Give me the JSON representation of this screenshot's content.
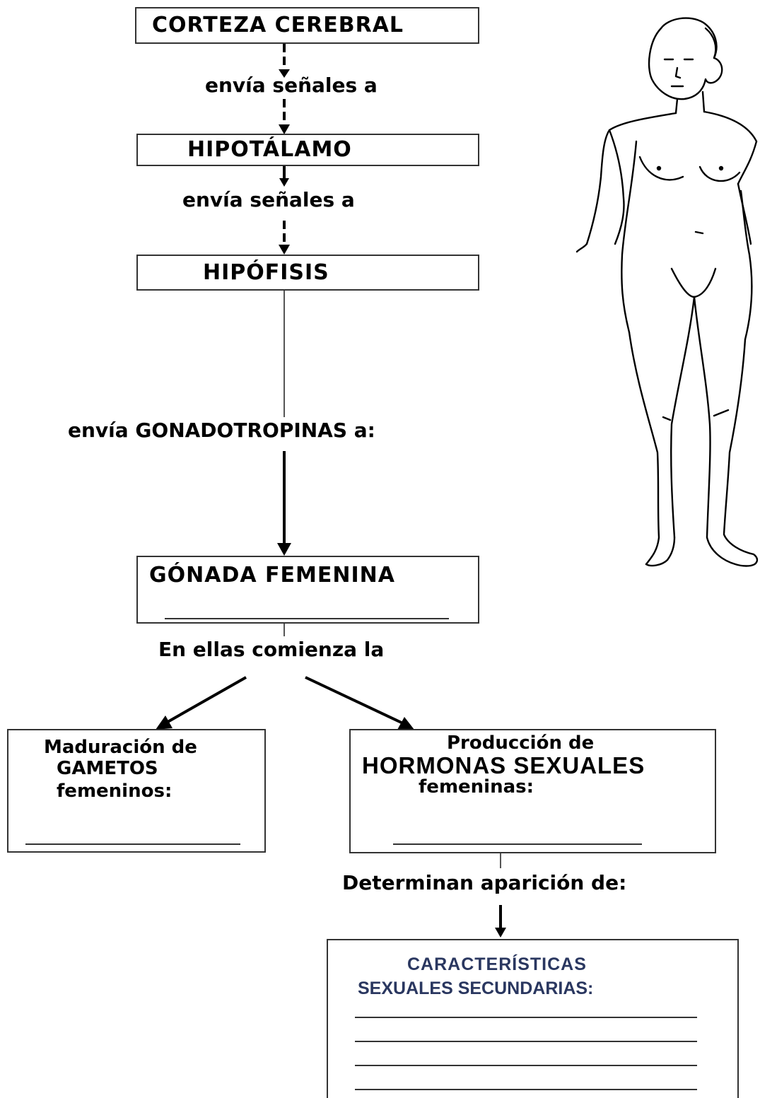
{
  "nodes": {
    "corteza": "CORTEZA CEREBRAL",
    "hipotalamo": "HIPOTÁLAMO",
    "hipofisis": "HIPÓFISIS",
    "gonada": "GÓNADA FEMENINA",
    "maduracion": [
      "Maduración de",
      "GAMETOS",
      "femeninos:"
    ],
    "produccion": [
      "Producción de",
      "HORMONAS SEXUALES",
      "femeninas:"
    ],
    "caracteristicas": [
      "CARACTERÍSTICAS",
      "SEXUALES SECUNDARIAS:"
    ]
  },
  "edges": {
    "corteza_hipotalamo": "envía señales a",
    "hipotalamo_hipofisis": "envía señales a",
    "hipofisis_gonada": "envía GONADOTROPINAS a:",
    "gonada_split": "En ellas comienza la",
    "hormonas_caracteristicas": "Determinan aparición de:"
  },
  "colors": {
    "line": "#000000",
    "box_border": "#333333",
    "caracteristicas_text": "#2a3760"
  }
}
